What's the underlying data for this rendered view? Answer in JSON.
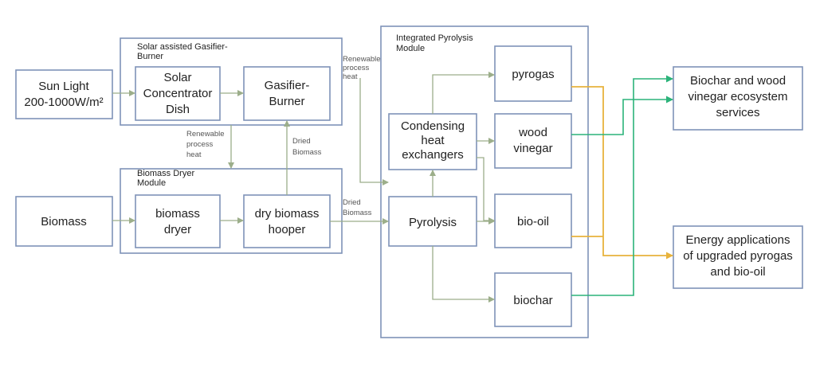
{
  "groups": {
    "solar": "Solar assisted Gasifier-|Burner",
    "dryer": "Biomass Dryer|Module",
    "pyrolysis": "Integrated Pyrolysis|Module"
  },
  "boxes": {
    "sunlight": "Sun Light|200-1000W/m²",
    "biomass": "Biomass",
    "solar_dish": "Solar|Concentrator|Dish",
    "gasifier": "Gasifier-|Burner",
    "biomass_dryer": "biomass|dryer",
    "hooper": "dry biomass|hooper",
    "condensing": "Condensing|heat|exchangers",
    "pyrolysis": "Pyrolysis",
    "pyrogas": "pyrogas",
    "wood_vinegar": "wood|vinegar",
    "bio_oil": "bio-oil",
    "biochar": "biochar",
    "ecosystem": "Biochar and wood|vinegar ecosystem|services",
    "energy": "Energy applications|of upgraded pyrogas|and bio-oil"
  },
  "annotations": {
    "renewable_top": "Renewable|process|heat",
    "renewable_mid": "Renewable|process|heat",
    "dried_biomass_up": "Dried|Biomass",
    "dried_biomass_right": "Dried|Biomass"
  },
  "colors": {
    "box_border": "#7f93b8",
    "process_arrow": "#9cae8a",
    "energy_arrow": "#e8b33c",
    "ecosystem_arrow": "#2bb37a"
  }
}
